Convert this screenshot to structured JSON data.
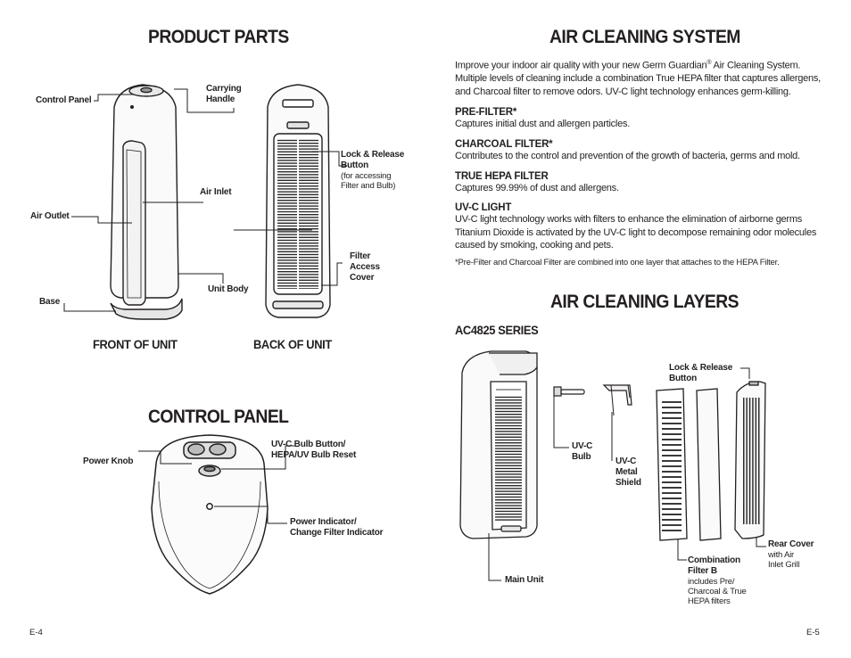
{
  "left": {
    "product_parts": {
      "title": "PRODUCT PARTS",
      "labels": {
        "control_panel": "Control Panel",
        "carrying_handle": [
          "Carrying",
          "Handle"
        ],
        "lock_release": [
          "Lock & Release",
          "Button"
        ],
        "lock_release_note": [
          "(for accessing",
          "Filter and Bulb)"
        ],
        "air_inlet": "Air Inlet",
        "air_outlet": "Air Outlet",
        "filter_access": [
          "Filter",
          "Access",
          "Cover"
        ],
        "unit_body": "Unit Body",
        "base": "Base"
      },
      "front_caption": "FRONT OF UNIT",
      "back_caption": "BACK OF UNIT"
    },
    "control_panel": {
      "title": "CONTROL PANEL",
      "labels": {
        "power_knob": "Power Knob",
        "uvc_button": [
          "UV-C Bulb Button/",
          "HEPA/UV Bulb Reset"
        ],
        "power_indicator": [
          "Power Indicator/",
          "Change Filter Indicator"
        ]
      }
    },
    "page_number": "E-4"
  },
  "right": {
    "air_cleaning_system": {
      "title": "AIR CLEANING SYSTEM",
      "intro_before": "Improve your indoor air quality with your new Germ Guardian",
      "intro_reg": "®",
      "intro_after": " Air Cleaning System. Multiple levels of cleaning include a combination True HEPA filter that captures allergens, and Charcoal filter to remove odors. UV-C light technology enhances germ-killing.",
      "sections": [
        {
          "heading": "PRE-FILTER*",
          "text": "Captures initial dust and allergen particles."
        },
        {
          "heading": "CHARCOAL FILTER*",
          "text": "Contributes to the control and prevention of the growth of bacteria, germs and mold."
        },
        {
          "heading": "TRUE HEPA FILTER",
          "text": "Captures 99.99% of dust and allergens."
        },
        {
          "heading": "UV-C LIGHT",
          "text": "UV-C light technology works with filters to enhance the elimination of airborne germs Titanium Dioxide is activated by the UV-C light to decompose remaining odor molecules caused by smoking, cooking and pets."
        }
      ],
      "footnote": "*Pre-Filter and Charcoal Filter are combined into one layer that attaches to the HEPA Filter."
    },
    "air_cleaning_layers": {
      "title": "AIR CLEANING LAYERS",
      "series": "AC4825 SERIES",
      "labels": {
        "lock_release": [
          "Lock & Release",
          "Button"
        ],
        "uvc_bulb": [
          "UV-C",
          "Bulb"
        ],
        "uvc_shield": [
          "UV-C",
          "Metal",
          "Shield"
        ],
        "main_unit": "Main Unit",
        "combination_filter": [
          "Combination",
          "Filter B"
        ],
        "combination_note": [
          "includes Pre/",
          "Charcoal & True",
          "HEPA filters"
        ],
        "rear_cover": "Rear Cover",
        "rear_cover_note": [
          "with Air",
          "Inlet Grill"
        ]
      }
    },
    "page_number": "E-5"
  }
}
